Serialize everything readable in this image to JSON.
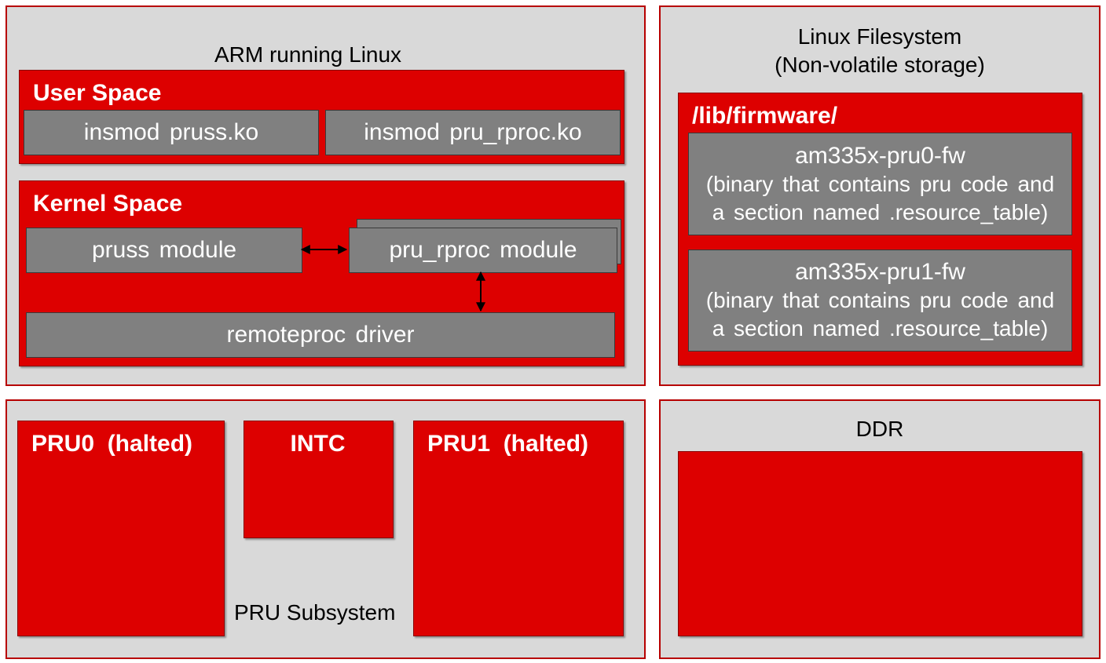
{
  "arm": {
    "title": "ARM running Linux",
    "user_space": {
      "title": "User Space",
      "items": [
        "insmod  pruss.ko",
        "insmod  pru_rproc.ko"
      ]
    },
    "kernel_space": {
      "title": "Kernel Space",
      "pruss_module": "pruss module",
      "pru_rproc_module": "pru_rproc  module",
      "remoteproc_driver": "remoteproc  driver"
    }
  },
  "filesystem": {
    "title_line1": "Linux Filesystem",
    "title_line2": "(Non-volatile storage)",
    "firmware": {
      "title": "/lib/firmware/",
      "files": [
        {
          "name": "am335x-pru0-fw",
          "desc_line1": "(binary that contains pru code and",
          "desc_line2": "a section named .resource_table)"
        },
        {
          "name": "am335x-pru1-fw",
          "desc_line1": "(binary that contains pru code and",
          "desc_line2": "a section named .resource_table)"
        }
      ]
    }
  },
  "pru_subsystem": {
    "label": "PRU Subsystem",
    "pru0": "PRU0  (halted)",
    "intc": "INTC",
    "pru1": "PRU1  (halted)"
  },
  "ddr": {
    "title": "DDR"
  },
  "colors": {
    "panel_bg": "#d9d9d9",
    "panel_border": "#b70000",
    "red_box": "#dd0000",
    "gray_box": "#808080"
  }
}
